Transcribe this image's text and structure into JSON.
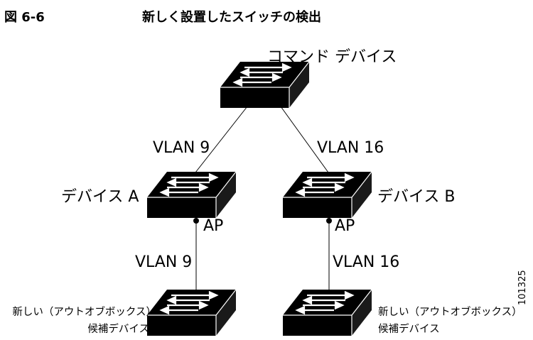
{
  "figure": {
    "number": "図 6-6",
    "title": "新しく設置したスイッチの検出"
  },
  "nodes": {
    "command": {
      "label": "コマンド デバイス"
    },
    "device_a": {
      "label": "デバイス A",
      "port": "AP"
    },
    "device_b": {
      "label": "デバイス B",
      "port": "AP"
    },
    "candidate_left": {
      "line1": "新しい（アウトオブボックス）",
      "line2": "候補デバイス"
    },
    "candidate_right": {
      "line1": "新しい（アウトオブボックス）",
      "line2": "候補デバイス"
    }
  },
  "links": {
    "cmd_to_a": "VLAN 9",
    "cmd_to_b": "VLAN 16",
    "a_to_candidate": "VLAN 9",
    "b_to_candidate": "VLAN 16"
  },
  "figure_id": "101325"
}
